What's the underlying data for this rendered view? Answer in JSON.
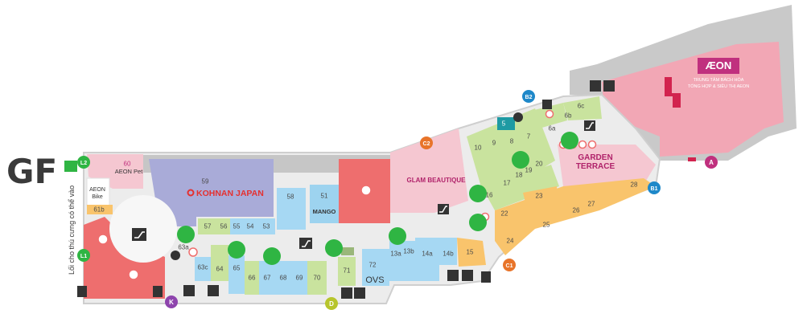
{
  "floor_label": "GF",
  "side_note": "Lối cho thú cưng có thể vào",
  "brands": {
    "aeon_logo": "ÆON",
    "aeon_subtitle_1": "TRUNG TÂM BÁCH HÓA",
    "aeon_subtitle_2": "TỔNG HỢP & SIÊU THỊ AEON",
    "kohnan": "KOHNAN JAPAN",
    "mango": "MANGO",
    "glam": "GLAM BEAUTIQUE",
    "garden_1": "GARDEN",
    "garden_2": "TERRACE",
    "aeon_pet": "AEON Pet",
    "aeon_bike_1": "AEON",
    "aeon_bike_2": "Bike",
    "ovs": "OVS"
  },
  "unit_numbers": {
    "n60": "60",
    "n59": "59",
    "n58": "58",
    "n51": "51",
    "n61b": "61b",
    "n57": "57",
    "n56": "56",
    "n55": "55",
    "n54": "54",
    "n53": "53",
    "n63a": "63a",
    "n63c": "63c",
    "n64": "64",
    "n65": "65",
    "n66": "66",
    "n67": "67",
    "n68": "68",
    "n69": "69",
    "n70": "70",
    "n71": "71",
    "n72": "72",
    "n13a": "13a",
    "n13b": "13b",
    "n14a": "14a",
    "n14b": "14b",
    "n15": "15",
    "n10": "10",
    "n9": "9",
    "n8": "8",
    "n7": "7",
    "n5": "5",
    "n6a": "6a",
    "n6b": "6b",
    "n6c": "6c",
    "n16": "16",
    "n17": "17",
    "n18": "18",
    "n19": "19",
    "n20": "20",
    "n22": "22",
    "n23": "23",
    "n24": "24",
    "n25": "25",
    "n26": "26",
    "n27": "27",
    "n28": "28"
  },
  "entrance_markers": {
    "l2": "L2",
    "l1": "L1",
    "k": "K",
    "d": "D",
    "c1": "C1",
    "c2": "C2",
    "b1": "B1",
    "b2": "B2",
    "a": "A"
  },
  "colors": {
    "aeon_pink": "#f2a7b5",
    "aeon_logo_bg": "#c0307e",
    "kohnan_purple": "#a9abd8",
    "kohnan_red": "#e5302f",
    "mango_blue": "#9dd3ef",
    "red_block": "#ee6e6e",
    "green_unit": "#c9e39e",
    "orange_unit": "#f9c46c",
    "blue_unit": "#a6d8f3",
    "walkway": "#f1f1f1",
    "wall": "#bcbcbc",
    "green_dot": "#2fb543",
    "glam_pink": "#f5c7d1",
    "garden_text": "#b0226a"
  }
}
